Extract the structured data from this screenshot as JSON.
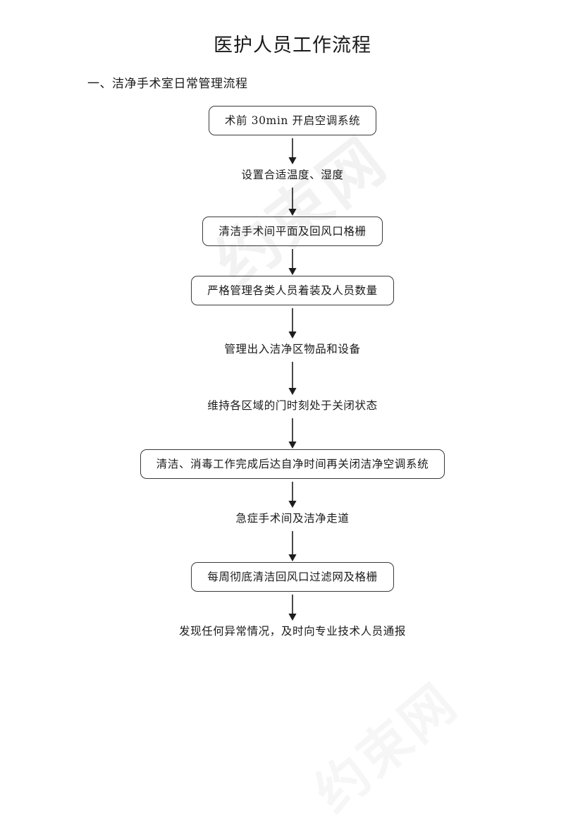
{
  "document": {
    "title": "医护人员工作流程",
    "section_heading": "一、洁净手术室日常管理流程",
    "watermark_text": "约束网"
  },
  "colors": {
    "page_background": "#ffffff",
    "text": "#1a1a1a",
    "box_border": "#3a3a3a",
    "arrow": "#1d1d1d",
    "watermark": "#f0f0f0"
  },
  "flowchart": {
    "type": "vertical-linear-flow",
    "orientation": "top-to-bottom",
    "connector_icon": "down-arrow-icon",
    "steps": [
      {
        "index": 1,
        "label": "术前  30min 开启空调系统",
        "shape": "rounded-rectangle"
      },
      {
        "index": 2,
        "label": "设置合适温度、湿度",
        "shape": "none"
      },
      {
        "index": 3,
        "label": "清洁手术间平面及回风口格栅",
        "shape": "rounded-rectangle"
      },
      {
        "index": 4,
        "label": "严格管理各类人员着装及人员数量",
        "shape": "rounded-rectangle"
      },
      {
        "index": 5,
        "label": "管理出入洁净区物品和设备",
        "shape": "none"
      },
      {
        "index": 6,
        "label": "维持各区域的门时刻处于关闭状态",
        "shape": "none"
      },
      {
        "index": 7,
        "label": "清洁、消毒工作完成后达自净时间再关闭洁净空调系统",
        "shape": "rounded-rectangle"
      },
      {
        "index": 8,
        "label": "急症手术间及洁净走道",
        "shape": "none"
      },
      {
        "index": 9,
        "label": "每周彻底清洁回风口过滤网及格栅",
        "shape": "rounded-rectangle"
      },
      {
        "index": 10,
        "label": "发现任何异常情况，及时向专业技术人员通报",
        "shape": "none"
      }
    ],
    "connector_heights": [
      42,
      45,
      42,
      48,
      52,
      48,
      42,
      48,
      42
    ]
  }
}
